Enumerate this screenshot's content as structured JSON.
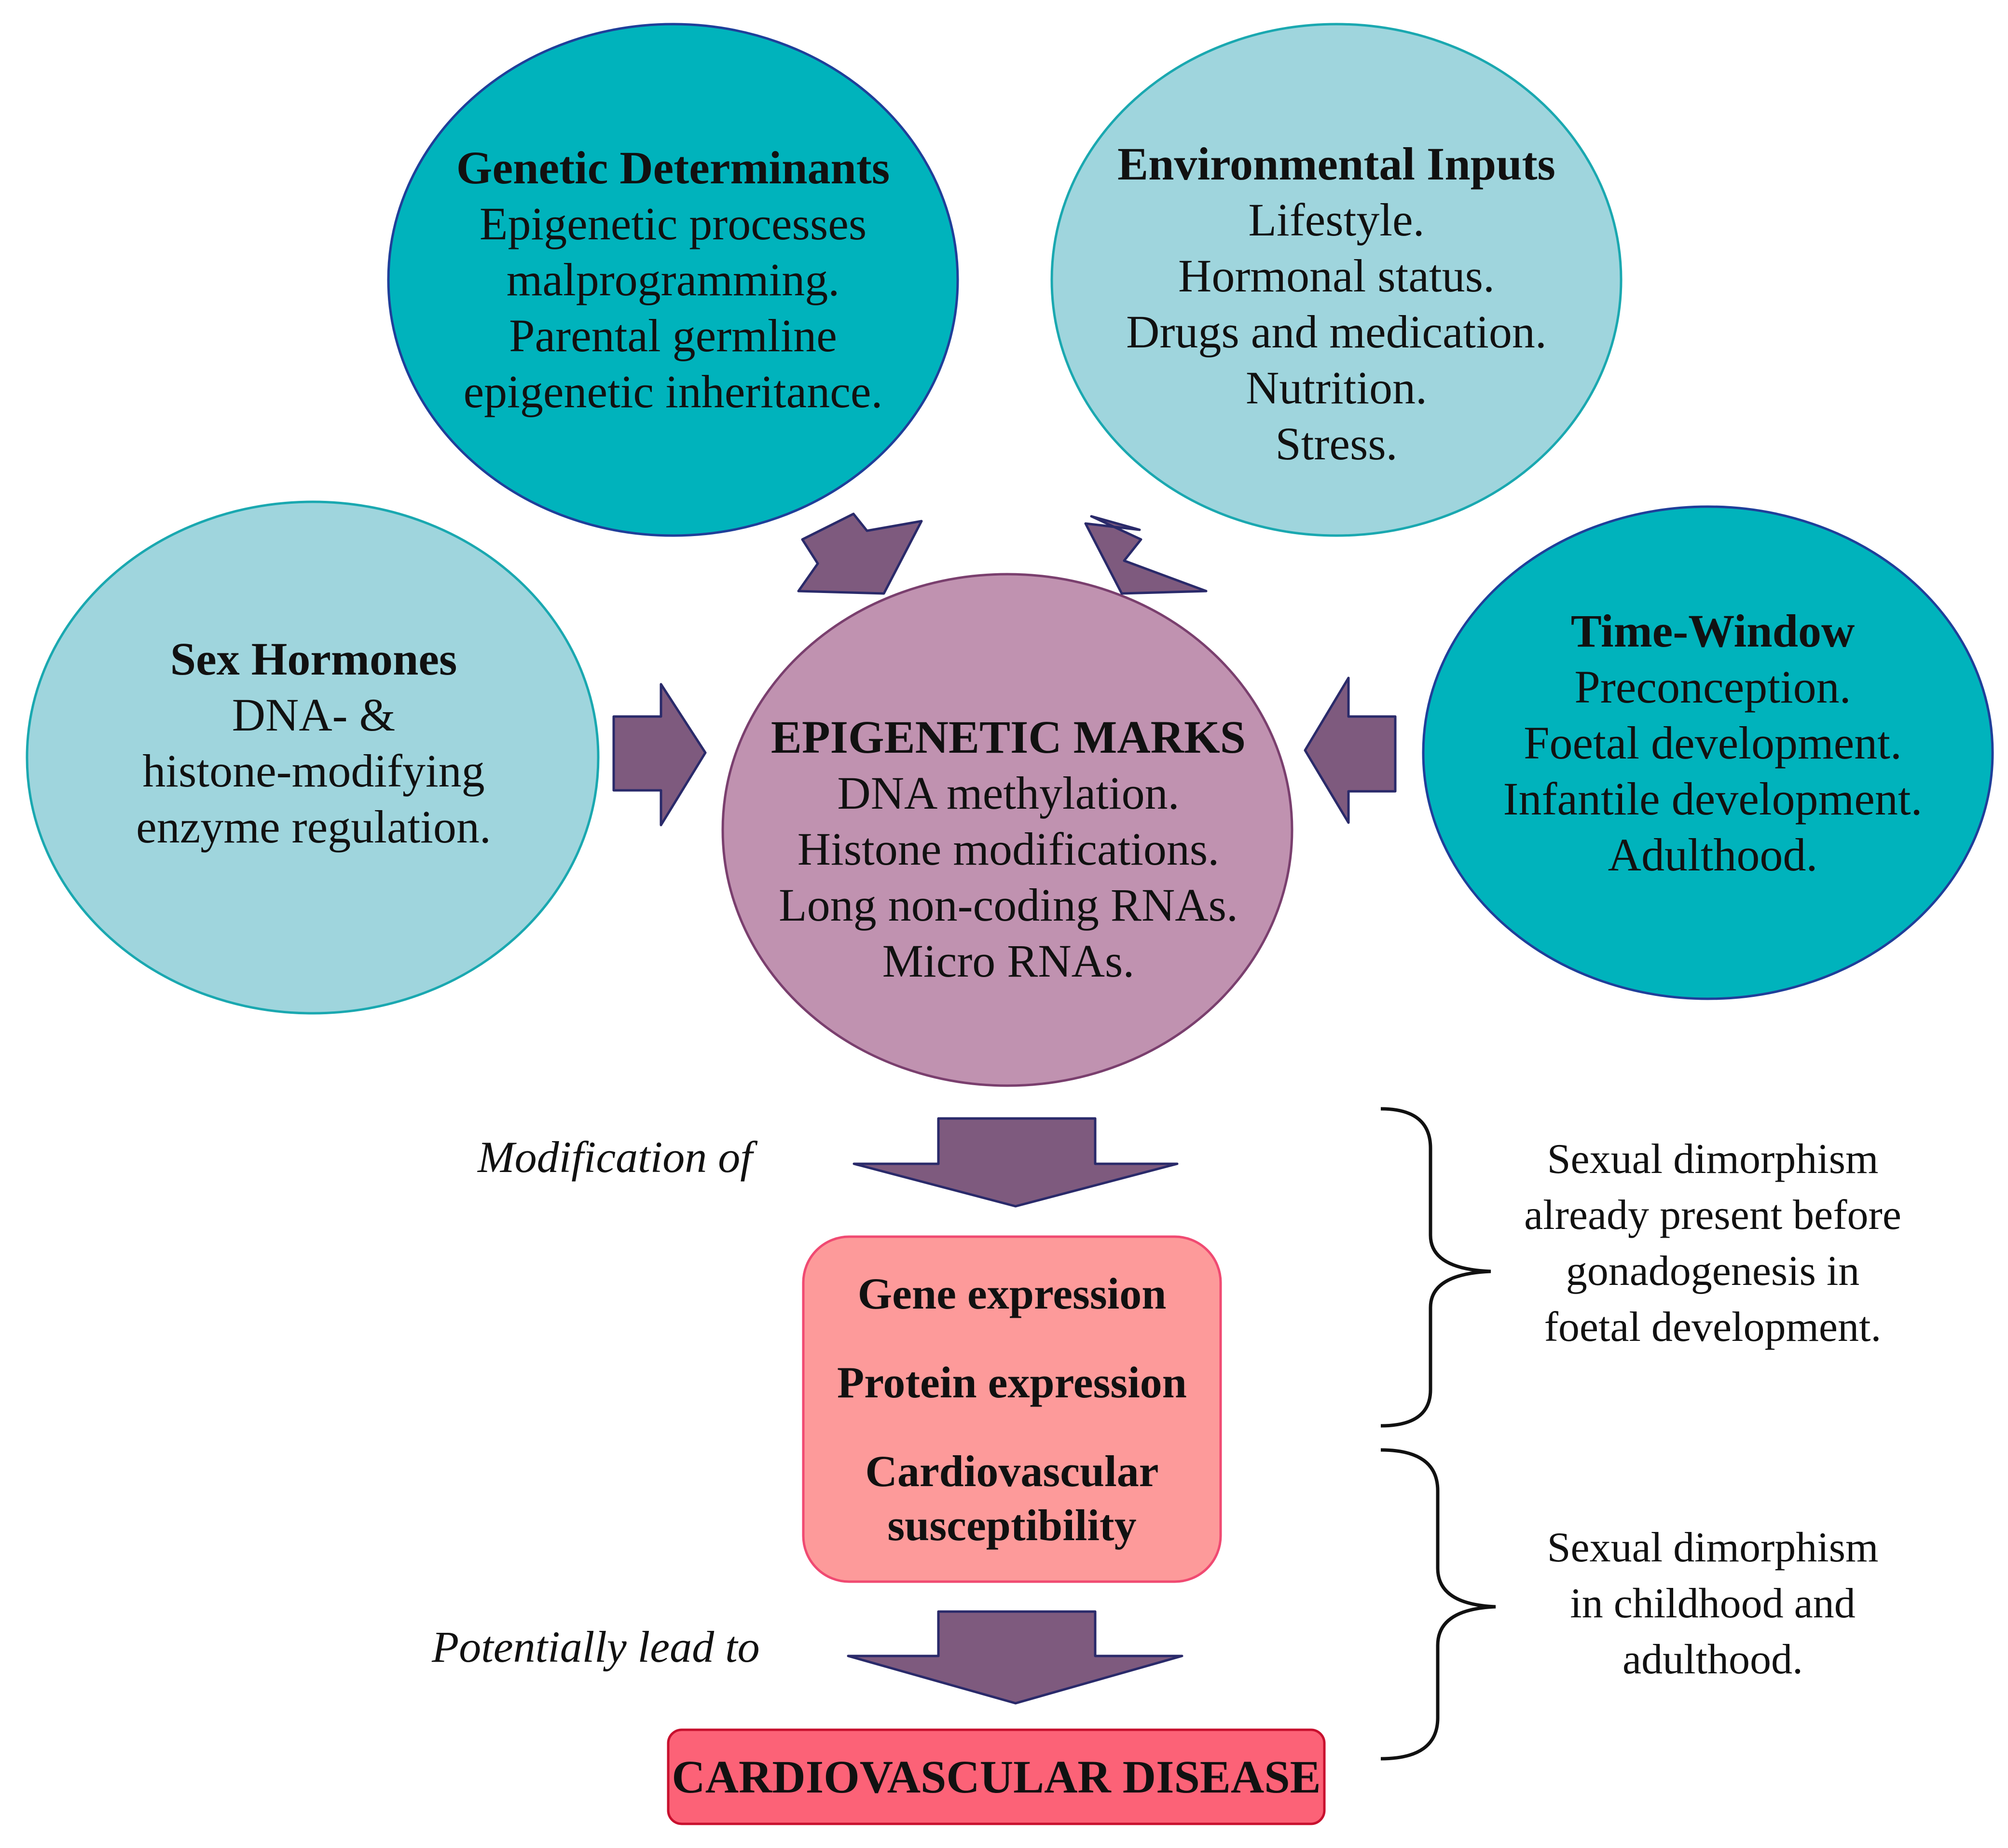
{
  "genetic": {
    "title": "Genetic Determinants",
    "lines": [
      "Epigenetic processes",
      "malprogramming.",
      "Parental germline",
      "epigenetic inheritance."
    ]
  },
  "environmental": {
    "title": "Environmental Inputs",
    "lines": [
      "Lifestyle.",
      "Hormonal status.",
      "Drugs and medication.",
      "Nutrition.",
      "Stress."
    ]
  },
  "sex_hormones": {
    "title": "Sex Hormones",
    "lines": [
      "DNA- &",
      "histone-modifying",
      "enzyme regulation."
    ]
  },
  "time_window": {
    "title": "Time-Window",
    "lines": [
      "Preconception.",
      "Foetal development.",
      "Infantile development.",
      "Adulthood."
    ]
  },
  "epigenetic_marks": {
    "title": "EPIGENETIC MARKS",
    "lines": [
      "DNA methylation.",
      "Histone modifications.",
      "Long non-coding RNAs.",
      "Micro RNAs."
    ]
  },
  "labels": {
    "modification_of": "Modification of",
    "potentially_lead_to": "Potentially lead to"
  },
  "expression_box": {
    "gene": "Gene expression",
    "protein": "Protein expression",
    "cardio_1": "Cardiovascular",
    "cardio_2": "susceptibility"
  },
  "disease_box": {
    "text": "CARDIOVASCULAR DISEASE"
  },
  "notes": {
    "foetal": [
      "Sexual dimorphism",
      "already present before",
      "gonadogenesis in",
      "foetal development."
    ],
    "adult": [
      "Sexual dimorphism",
      "in childhood and",
      "adulthood."
    ]
  },
  "colors": {
    "teal_dark": "#00b3bc",
    "teal_light": "#9fd5dd",
    "mauve": "#c092b0",
    "arrow": "#7e5a7e",
    "arrow_outline": "#2a2a6a",
    "salmon_box": "#fd9a9a",
    "red_box": "#fc6277"
  }
}
